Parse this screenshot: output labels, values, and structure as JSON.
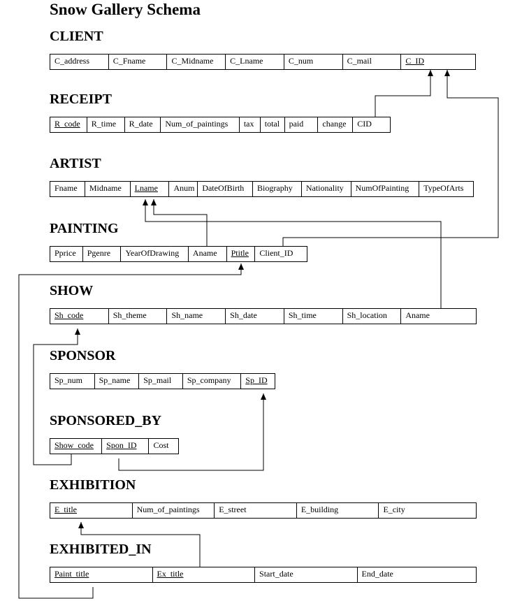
{
  "title": "Snow Gallery Schema",
  "tables": [
    {
      "id": "client",
      "name": "CLIENT",
      "attributes": [
        {
          "name": "C_address",
          "key": false
        },
        {
          "name": "C_Fname",
          "key": false
        },
        {
          "name": "C_Midname",
          "key": false
        },
        {
          "name": "C_Lname",
          "key": false
        },
        {
          "name": "C_num",
          "key": false
        },
        {
          "name": "C_mail",
          "key": false
        },
        {
          "name": "C_ID",
          "key": true
        }
      ]
    },
    {
      "id": "receipt",
      "name": "RECEIPT",
      "attributes": [
        {
          "name": "R_code",
          "key": true
        },
        {
          "name": "R_time",
          "key": false
        },
        {
          "name": "R_date",
          "key": false
        },
        {
          "name": "Num_of_paintings",
          "key": false
        },
        {
          "name": "tax",
          "key": false
        },
        {
          "name": "total",
          "key": false
        },
        {
          "name": "paid",
          "key": false
        },
        {
          "name": "change",
          "key": false
        },
        {
          "name": "CID",
          "key": false
        }
      ]
    },
    {
      "id": "artist",
      "name": "ARTIST",
      "attributes": [
        {
          "name": "Fname",
          "key": false
        },
        {
          "name": "Midname",
          "key": false
        },
        {
          "name": "Lname",
          "key": true
        },
        {
          "name": "Anum",
          "key": false
        },
        {
          "name": "DateOfBirth",
          "key": false
        },
        {
          "name": "Biography",
          "key": false
        },
        {
          "name": "Nationality",
          "key": false
        },
        {
          "name": "NumOfPainting",
          "key": false
        },
        {
          "name": "TypeOfArts",
          "key": false
        }
      ]
    },
    {
      "id": "painting",
      "name": "PAINTING",
      "attributes": [
        {
          "name": "Pprice",
          "key": false
        },
        {
          "name": "Pgenre",
          "key": false
        },
        {
          "name": "YearOfDrawing",
          "key": false
        },
        {
          "name": "Aname",
          "key": false
        },
        {
          "name": "Ptitle",
          "key": true
        },
        {
          "name": "Client_ID",
          "key": false
        }
      ]
    },
    {
      "id": "show",
      "name": "SHOW",
      "attributes": [
        {
          "name": "Sh_code",
          "key": true
        },
        {
          "name": "Sh_theme",
          "key": false
        },
        {
          "name": "Sh_name",
          "key": false
        },
        {
          "name": "Sh_date",
          "key": false
        },
        {
          "name": "Sh_time",
          "key": false
        },
        {
          "name": "Sh_location",
          "key": false
        },
        {
          "name": "Aname",
          "key": false
        }
      ]
    },
    {
      "id": "sponsor",
      "name": "SPONSOR",
      "attributes": [
        {
          "name": "Sp_num",
          "key": false
        },
        {
          "name": "Sp_name",
          "key": false
        },
        {
          "name": "Sp_mail",
          "key": false
        },
        {
          "name": "Sp_company",
          "key": false
        },
        {
          "name": "Sp_ID",
          "key": true
        }
      ]
    },
    {
      "id": "sponsored_by",
      "name": "SPONSORED_BY",
      "attributes": [
        {
          "name": "Show_code",
          "key": true
        },
        {
          "name": "Spon_ID",
          "key": true
        },
        {
          "name": "Cost",
          "key": false
        }
      ]
    },
    {
      "id": "exhibition",
      "name": "EXHIBITION",
      "attributes": [
        {
          "name": "E_title",
          "key": true
        },
        {
          "name": "Num_of_paintings",
          "key": false
        },
        {
          "name": "E_street",
          "key": false
        },
        {
          "name": "E_building",
          "key": false
        },
        {
          "name": "E_city",
          "key": false
        }
      ]
    },
    {
      "id": "exhibited_in",
      "name": "EXHIBITED_IN",
      "attributes": [
        {
          "name": "Paint_title",
          "key": true
        },
        {
          "name": "Ex_title",
          "key": true
        },
        {
          "name": "Start_date",
          "key": false
        },
        {
          "name": "End_date",
          "key": false
        }
      ]
    }
  ]
}
